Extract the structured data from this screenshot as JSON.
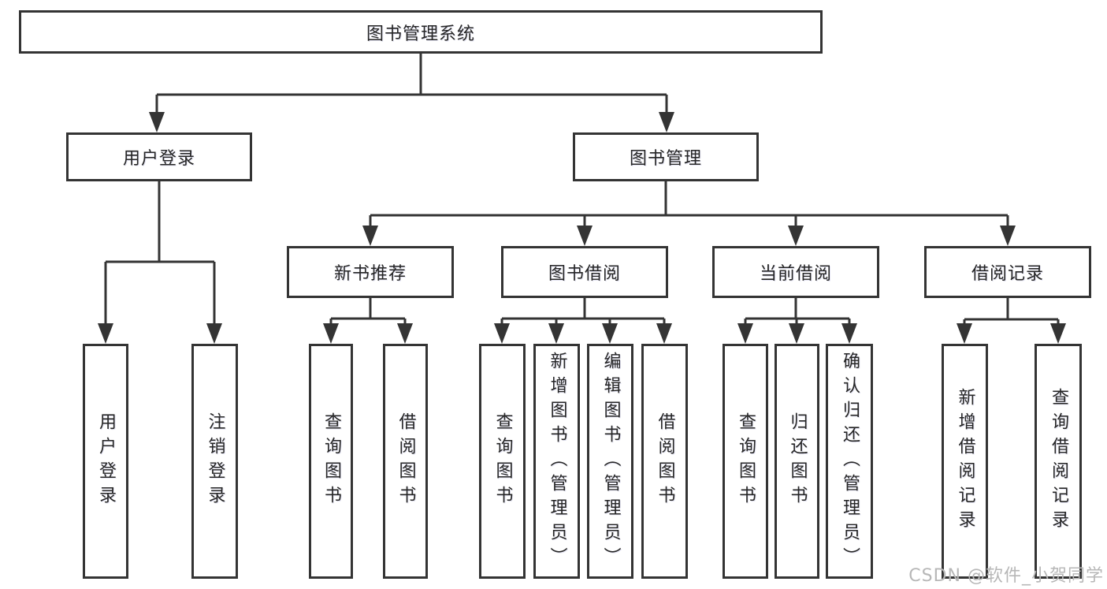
{
  "diagram": {
    "title": "图书管理系统",
    "root": "图书管理系统",
    "level2": {
      "user_login": "用户登录",
      "book_mgmt": "图书管理"
    },
    "level3": {
      "new_books": "新书推荐",
      "borrow": "图书借阅",
      "current": "当前借阅",
      "records": "借阅记录"
    },
    "leaves": {
      "user_login": [
        "用户登录",
        "注销登录"
      ],
      "new_books": [
        "查询图书",
        "借阅图书"
      ],
      "borrow": [
        "查询图书",
        "新增图书（管理员）",
        "编辑图书（管理员）",
        "借阅图书"
      ],
      "current": [
        "查询图书",
        "归还图书",
        "确认归还（管理员）"
      ],
      "records": [
        "新增借阅记录",
        "查询借阅记录"
      ]
    },
    "line_color": "#343434",
    "background": "#ffffff"
  },
  "watermark": "CSDN @软件_小贺同学"
}
